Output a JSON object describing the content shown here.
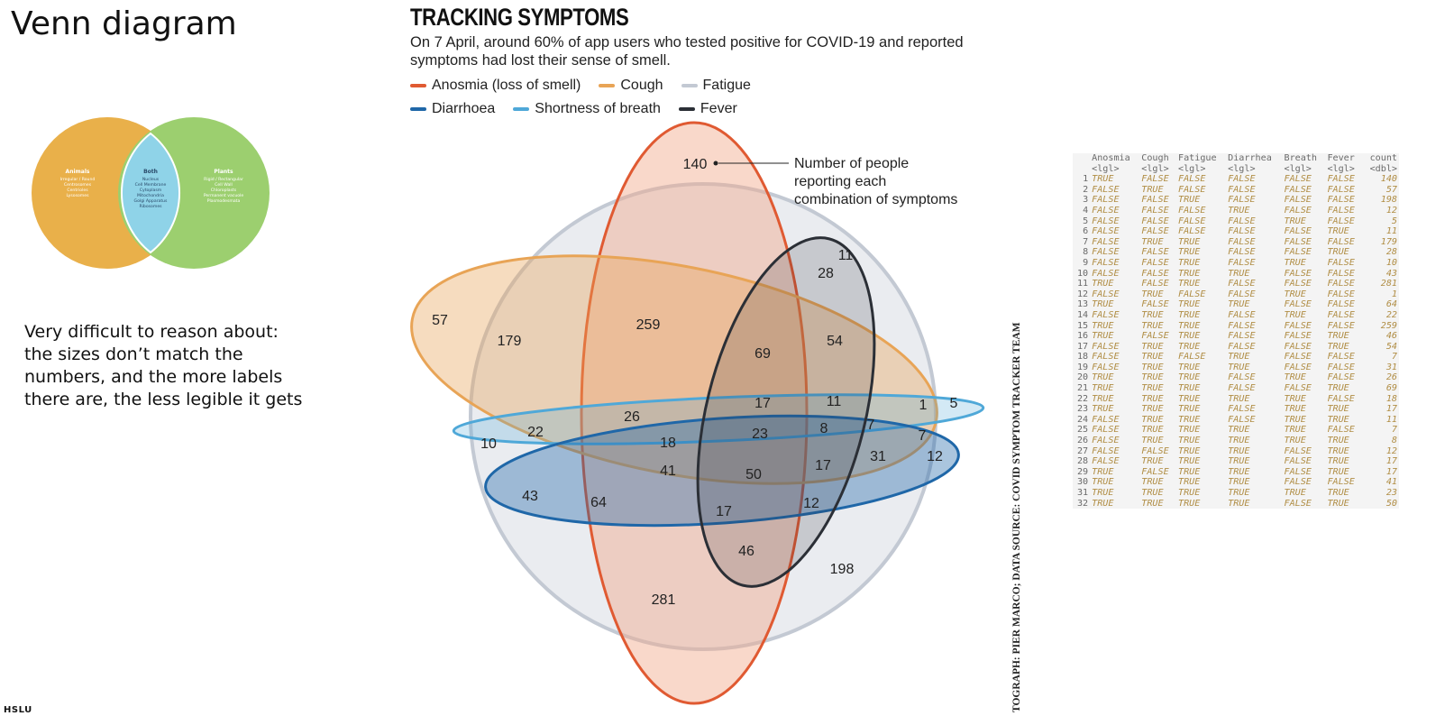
{
  "slide": {
    "title": "Venn diagram",
    "caption": "Very difficult to reason about: the sizes don’t match the numbers, and the more labels there are, the less legible it gets",
    "footer_logo": "HSLU"
  },
  "mini_venn": {
    "left": {
      "title": "Animals",
      "items": [
        "Irregular / Round",
        "Centrosomes",
        "Centrioles",
        "Lysosomes"
      ],
      "color": "#e9b04a"
    },
    "both": {
      "title": "Both",
      "items": [
        "Nucleus",
        "Cell Membrane",
        "Cytoplasm",
        "Mitochondria",
        "Golgi Apparatus",
        "Ribosomes"
      ],
      "color": "#8fd3e8"
    },
    "right": {
      "title": "Plants",
      "items": [
        "Rigid / Rectangular",
        "Cell Wall",
        "Chloroplasts",
        "Permanent vacuole",
        "Plasmodesmata"
      ],
      "color": "#9ccf6f"
    }
  },
  "figure": {
    "title": "TRACKING SYMPTOMS",
    "subtitle": "On 7 April, around 60% of app users who tested positive for COVID-19 and reported symptoms had lost their sense of smell.",
    "legend": [
      {
        "label": "Anosmia (loss of smell)",
        "color": "#e05a32"
      },
      {
        "label": "Cough",
        "color": "#e8a456"
      },
      {
        "label": "Fatigue",
        "color": "#c3c9d3"
      },
      {
        "label": "Diarrhoea",
        "color": "#1f67a8"
      },
      {
        "label": "Shortness of breath",
        "color": "#4fa8d8"
      },
      {
        "label": "Fever",
        "color": "#2b2f36"
      }
    ],
    "annotation": [
      "Number of people",
      "reporting each",
      "combination of symptoms"
    ],
    "credit": "TOGRAPH: PIER MARCO; DATA SOURCE: COVID SYMPTOM TRACKER TEAM",
    "region_counts": [
      "140",
      "11",
      "28",
      "57",
      "179",
      "259",
      "69",
      "54",
      "17",
      "11",
      "1",
      "5",
      "26",
      "22",
      "10",
      "18",
      "23",
      "8",
      "7",
      "7",
      "12",
      "31",
      "17",
      "41",
      "50",
      "43",
      "64",
      "17",
      "12",
      "46",
      "198",
      "281"
    ]
  },
  "table": {
    "headers": [
      "",
      "Anosmia",
      "Cough",
      "Fatigue",
      "Diarrhea",
      "Breath",
      "Fever",
      "count"
    ],
    "types": [
      "",
      "<lgl>",
      "<lgl>",
      "<lgl>",
      "<lgl>",
      "<lgl>",
      "<lgl>",
      "<dbl>"
    ],
    "rows": [
      [
        "1",
        "TRUE",
        "FALSE",
        "FALSE",
        "FALSE",
        "FALSE",
        "FALSE",
        "140"
      ],
      [
        "2",
        "FALSE",
        "TRUE",
        "FALSE",
        "FALSE",
        "FALSE",
        "FALSE",
        "57"
      ],
      [
        "3",
        "FALSE",
        "FALSE",
        "TRUE",
        "FALSE",
        "FALSE",
        "FALSE",
        "198"
      ],
      [
        "4",
        "FALSE",
        "FALSE",
        "FALSE",
        "TRUE",
        "FALSE",
        "FALSE",
        "12"
      ],
      [
        "5",
        "FALSE",
        "FALSE",
        "FALSE",
        "FALSE",
        "TRUE",
        "FALSE",
        "5"
      ],
      [
        "6",
        "FALSE",
        "FALSE",
        "FALSE",
        "FALSE",
        "FALSE",
        "TRUE",
        "11"
      ],
      [
        "7",
        "FALSE",
        "TRUE",
        "TRUE",
        "FALSE",
        "FALSE",
        "FALSE",
        "179"
      ],
      [
        "8",
        "FALSE",
        "FALSE",
        "TRUE",
        "FALSE",
        "FALSE",
        "TRUE",
        "28"
      ],
      [
        "9",
        "FALSE",
        "FALSE",
        "TRUE",
        "FALSE",
        "TRUE",
        "FALSE",
        "10"
      ],
      [
        "10",
        "FALSE",
        "FALSE",
        "TRUE",
        "TRUE",
        "FALSE",
        "FALSE",
        "43"
      ],
      [
        "11",
        "TRUE",
        "FALSE",
        "TRUE",
        "FALSE",
        "FALSE",
        "FALSE",
        "281"
      ],
      [
        "12",
        "FALSE",
        "TRUE",
        "FALSE",
        "FALSE",
        "TRUE",
        "FALSE",
        "1"
      ],
      [
        "13",
        "TRUE",
        "FALSE",
        "TRUE",
        "TRUE",
        "FALSE",
        "FALSE",
        "64"
      ],
      [
        "14",
        "FALSE",
        "TRUE",
        "TRUE",
        "FALSE",
        "TRUE",
        "FALSE",
        "22"
      ],
      [
        "15",
        "TRUE",
        "TRUE",
        "TRUE",
        "FALSE",
        "FALSE",
        "FALSE",
        "259"
      ],
      [
        "16",
        "TRUE",
        "FALSE",
        "TRUE",
        "FALSE",
        "FALSE",
        "TRUE",
        "46"
      ],
      [
        "17",
        "FALSE",
        "TRUE",
        "TRUE",
        "FALSE",
        "FALSE",
        "TRUE",
        "54"
      ],
      [
        "18",
        "FALSE",
        "TRUE",
        "FALSE",
        "TRUE",
        "FALSE",
        "FALSE",
        "7"
      ],
      [
        "19",
        "FALSE",
        "TRUE",
        "TRUE",
        "TRUE",
        "FALSE",
        "FALSE",
        "31"
      ],
      [
        "20",
        "TRUE",
        "TRUE",
        "TRUE",
        "FALSE",
        "TRUE",
        "FALSE",
        "26"
      ],
      [
        "21",
        "TRUE",
        "TRUE",
        "TRUE",
        "FALSE",
        "FALSE",
        "TRUE",
        "69"
      ],
      [
        "22",
        "TRUE",
        "TRUE",
        "TRUE",
        "TRUE",
        "TRUE",
        "FALSE",
        "18"
      ],
      [
        "23",
        "TRUE",
        "TRUE",
        "TRUE",
        "FALSE",
        "TRUE",
        "TRUE",
        "17"
      ],
      [
        "24",
        "FALSE",
        "TRUE",
        "TRUE",
        "FALSE",
        "TRUE",
        "TRUE",
        "11"
      ],
      [
        "25",
        "FALSE",
        "TRUE",
        "TRUE",
        "TRUE",
        "TRUE",
        "FALSE",
        "7"
      ],
      [
        "26",
        "FALSE",
        "TRUE",
        "TRUE",
        "TRUE",
        "TRUE",
        "TRUE",
        "8"
      ],
      [
        "27",
        "FALSE",
        "FALSE",
        "TRUE",
        "TRUE",
        "FALSE",
        "TRUE",
        "12"
      ],
      [
        "28",
        "FALSE",
        "TRUE",
        "TRUE",
        "TRUE",
        "FALSE",
        "TRUE",
        "17"
      ],
      [
        "29",
        "TRUE",
        "FALSE",
        "TRUE",
        "TRUE",
        "FALSE",
        "TRUE",
        "17"
      ],
      [
        "30",
        "TRUE",
        "TRUE",
        "TRUE",
        "TRUE",
        "FALSE",
        "FALSE",
        "41"
      ],
      [
        "31",
        "TRUE",
        "TRUE",
        "TRUE",
        "TRUE",
        "TRUE",
        "TRUE",
        "23"
      ],
      [
        "32",
        "TRUE",
        "TRUE",
        "TRUE",
        "TRUE",
        "FALSE",
        "TRUE",
        "50"
      ]
    ]
  }
}
